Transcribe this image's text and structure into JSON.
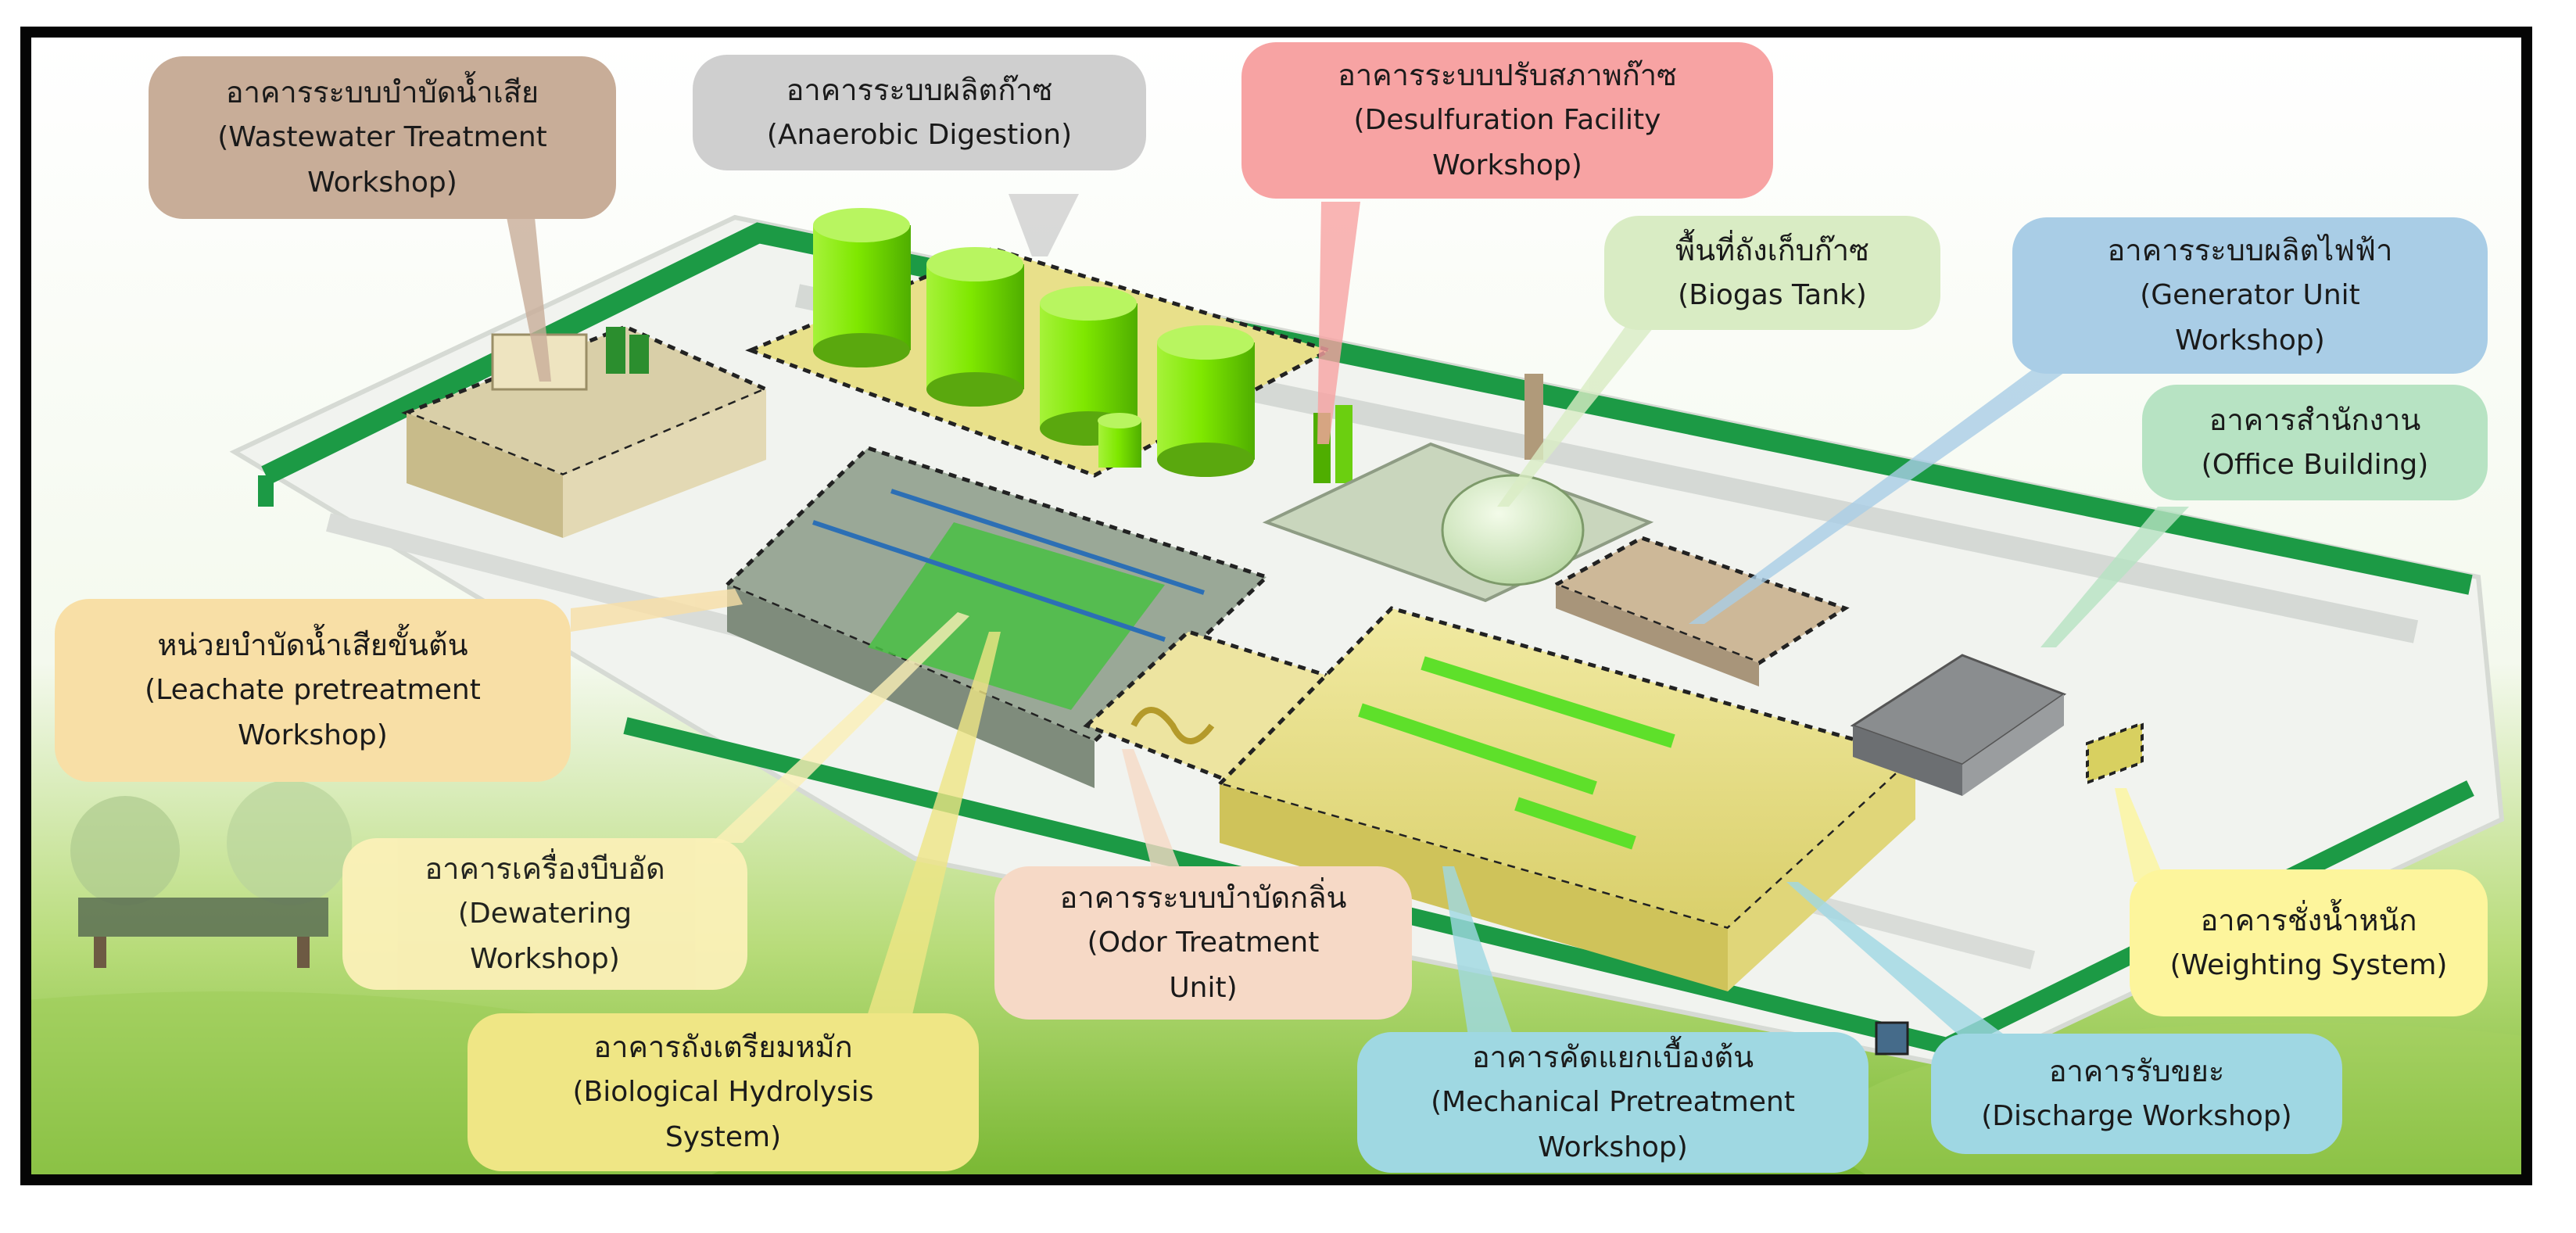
{
  "labels": {
    "wastewater": {
      "th": "อาคารระบบบำบัดน้ำเสีย",
      "en1": "(Wastewater Treatment",
      "en2": "Workshop)",
      "color": "#c8ad98"
    },
    "anaerobic": {
      "th": "อาคารระบบผลิตก๊าซ",
      "en1": "(Anaerobic Digestion)",
      "color": "#cfcfcf"
    },
    "desulfuration": {
      "th": "อาคารระบบปรับสภาพก๊าซ",
      "en1": "(Desulfuration Facility",
      "en2": "Workshop)",
      "color": "#f7a3a3"
    },
    "biogas_tank": {
      "th": "พื้นที่ถังเก็บก๊าซ",
      "en1": "(Biogas Tank)",
      "color": "#d9ecc4"
    },
    "generator": {
      "th": "อาคารระบบผลิตไฟฟ้า",
      "en1": "(Generator Unit",
      "en2": "Workshop)",
      "color": "#a9cde6"
    },
    "office": {
      "th": "อาคารสำนักงาน",
      "en1": "(Office Building)",
      "color": "#b7e3c3"
    },
    "leachate": {
      "th": "หน่วยบำบัดน้ำเสียขั้นต้น",
      "en1": "(Leachate pretreatment",
      "en2": "Workshop)",
      "color": "#f8dfa6"
    },
    "dewatering": {
      "th": "อาคารเครื่องบีบอัด",
      "en1": "(Dewatering",
      "en2": "Workshop)",
      "color": "#fbf0b7"
    },
    "odor": {
      "th": "อาคารระบบบำบัดกลิ่น",
      "en1": "(Odor Treatment",
      "en2": "Unit)",
      "color": "#f6d9c6"
    },
    "hydrolysis": {
      "th": "อาคารถังเตรียมหมัก",
      "en1": "(Biological Hydrolysis",
      "en2": "System)",
      "color": "#efe685"
    },
    "mechanical": {
      "th": "อาคารคัดแยกเบื้องต้น",
      "en1": "(Mechanical Pretreatment",
      "en2": "Workshop)",
      "color": "#9fd8e2"
    },
    "discharge": {
      "th": "อาคารรับขยะ",
      "en1": "(Discharge Workshop)",
      "color": "#9fd7e3"
    },
    "weighting": {
      "th": "อาคารชั่งน้ำหนัก",
      "en1": "(Weighting System)",
      "color": "#fdf59c"
    }
  },
  "colors": {
    "frame": "#050505",
    "ground_light": "#ffffff",
    "ground_green": "#8cc63f",
    "road": "#e3e6e3",
    "fence": "#1c9a45",
    "tank": "#7fe800",
    "building_yellow": "#e8e08a",
    "building_grey": "#8a8d8f"
  }
}
